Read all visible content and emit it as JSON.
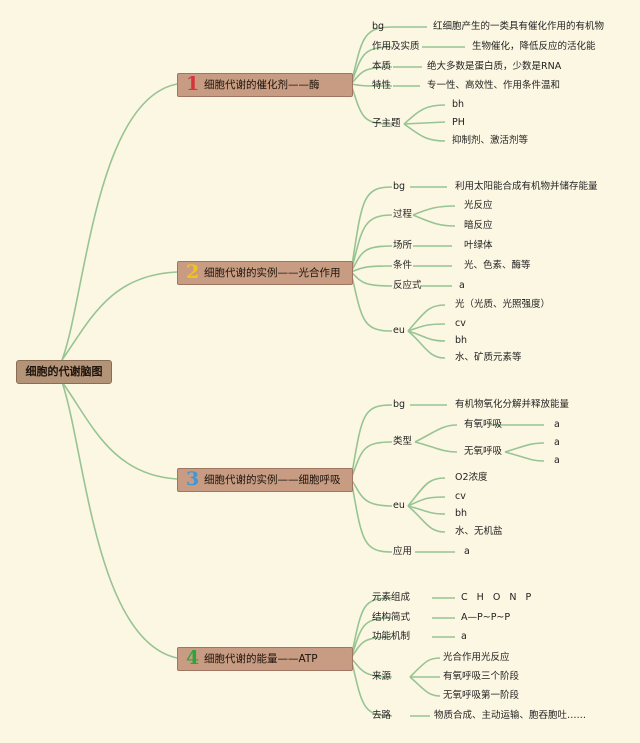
{
  "root": "细胞的代谢脑图",
  "colors": {
    "n1": "#d6333c",
    "n2": "#f1c21b",
    "n3": "#3f98d6",
    "n4": "#2fa33c",
    "line": "#97c493"
  },
  "topics": [
    {
      "num": "1",
      "title": "细胞代谢的催化剂——酶"
    },
    {
      "num": "2",
      "title": "细胞代谢的实例——光合作用"
    },
    {
      "num": "3",
      "title": "细胞代谢的实例——细胞呼吸"
    },
    {
      "num": "4",
      "title": "细胞代谢的能量——ATP"
    }
  ],
  "t1": {
    "bg": "bg",
    "bg_v": "红细胞产生的一类具有催化作用的有机物",
    "role": "作用及实质",
    "role_v": "生物催化，降低反应的活化能",
    "essence": "本质",
    "essence_v": "绝大多数是蛋白质，少数是RNA",
    "trait": "特性",
    "trait_v": "专一性、高效性、作用条件温和",
    "sub": "子主题",
    "sub_items": [
      "bh",
      "PH",
      "抑制剂、激活剂等"
    ]
  },
  "t2": {
    "bg": "bg",
    "bg_v": "利用太阳能合成有机物并储存能量",
    "process": "过程",
    "process_items": [
      "光反应",
      "暗反应"
    ],
    "place": "场所",
    "place_v": "叶绿体",
    "cond": "条件",
    "cond_v": "光、色素、酶等",
    "eq": "反应式",
    "eq_v": "a",
    "eu": "eu",
    "eu_items": [
      "光（光质、光照强度）",
      "cv",
      "bh",
      "水、矿质元素等"
    ]
  },
  "t3": {
    "bg": "bg",
    "bg_v": "有机物氧化分解并释放能量",
    "type": "类型",
    "aer": "有氧呼吸",
    "aer_v": "a",
    "anaer": "无氧呼吸",
    "anaer_items": [
      "a",
      "a"
    ],
    "eu": "eu",
    "eu_items": [
      "O2浓度",
      "cv",
      "bh",
      "水、无机盐"
    ],
    "app": "应用",
    "app_v": "a"
  },
  "t4": {
    "elem": "元素组成",
    "elem_v": "C H O N P",
    "struct": "结构简式",
    "struct_v": "A—P~P~P",
    "func": "功能机制",
    "func_v": "a",
    "src": "来源",
    "src_items": [
      "光合作用光反应",
      "有氧呼吸三个阶段",
      "无氧呼吸第一阶段"
    ],
    "dest": "去路",
    "dest_v": "物质合成、主动运输、胞吞胞吐……"
  }
}
